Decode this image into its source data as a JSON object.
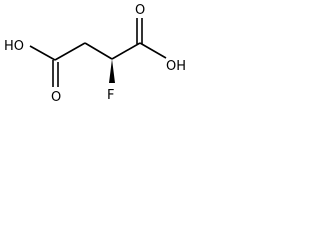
{
  "structure": {
    "atoms": {
      "hydroxyl_left": "HO",
      "carbonyl_o_left": "O",
      "carbonyl_o_right": "O",
      "hydroxyl_right": "OH",
      "fluorine": "F"
    },
    "colors": {
      "background": "#ffffff",
      "bond": "#000000",
      "text": "#000000"
    },
    "stereo_bond": "wedge"
  }
}
